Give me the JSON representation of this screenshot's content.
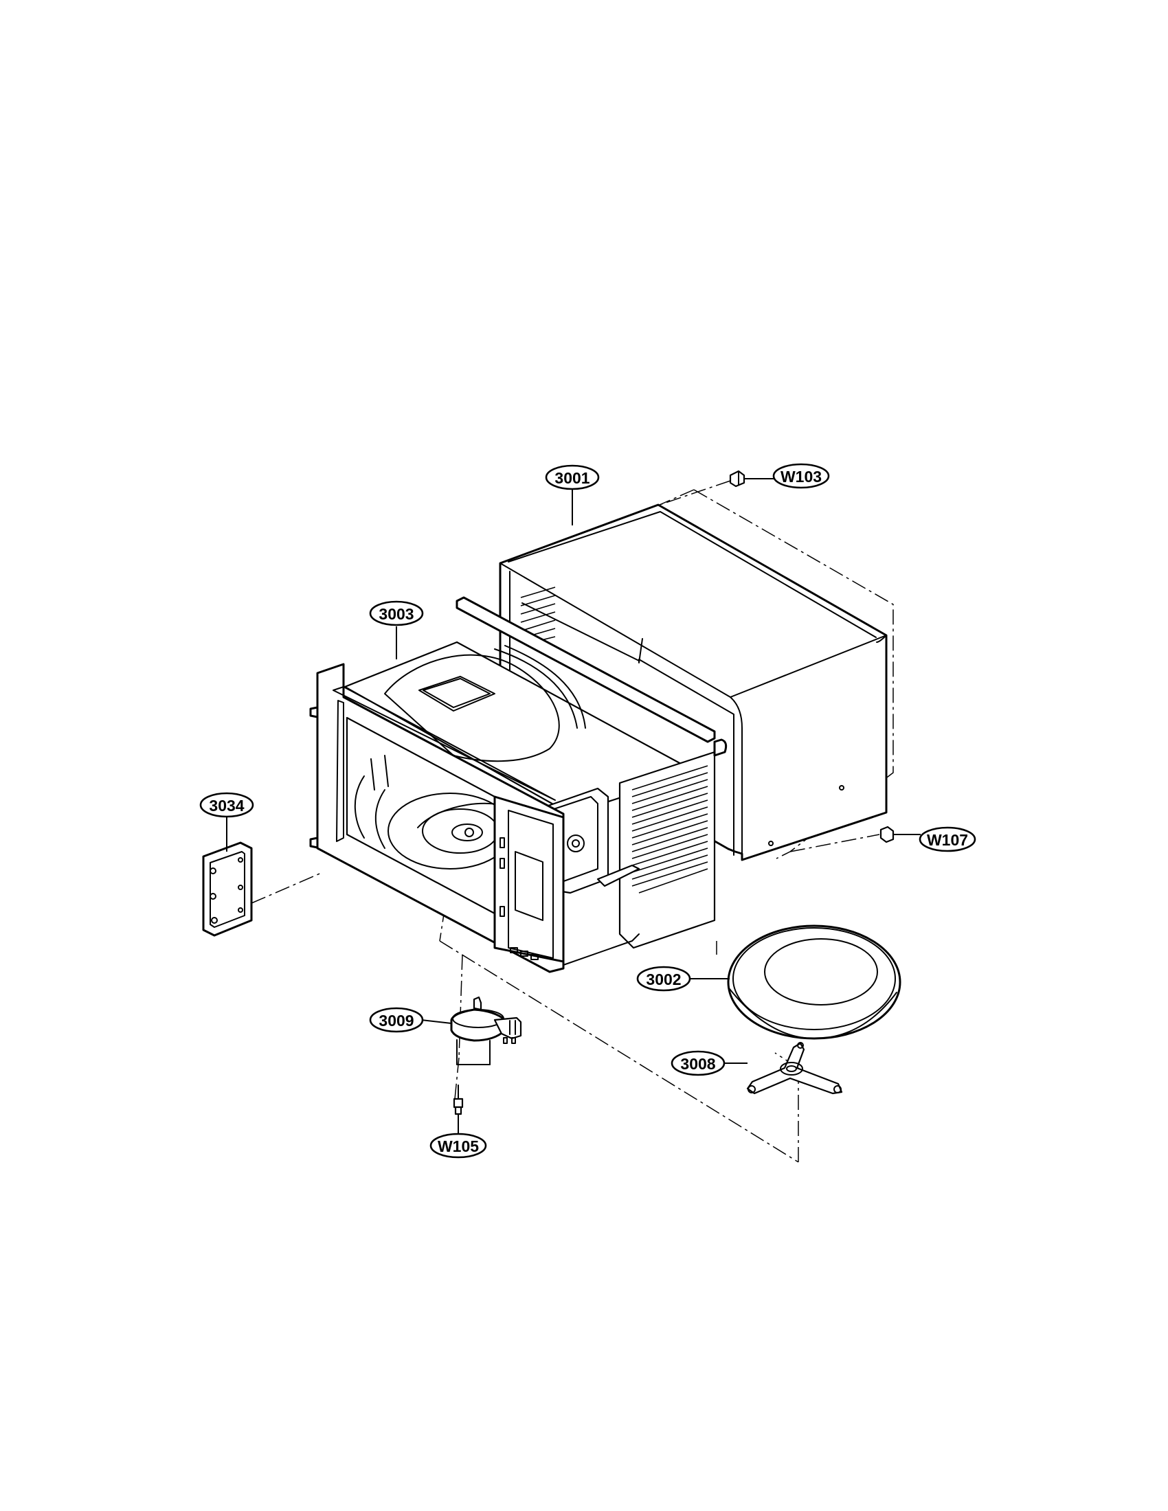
{
  "callouts": {
    "c3001": "3001",
    "cW103": "W103",
    "c3003": "3003",
    "c3034": "3034",
    "cW107": "W107",
    "c3002": "3002",
    "c3009": "3009",
    "c3008": "3008",
    "cW105": "W105"
  },
  "parts": {
    "cabinet": "cabinet-outer-case",
    "cavity": "oven-cavity-assembly",
    "cover": "waveguide-cover",
    "tray": "glass-turntable-tray",
    "roller": "turntable-roller-support",
    "motor": "turntable-motor",
    "screw_top": "cabinet-screw-top",
    "screw_side": "cabinet-screw-side",
    "screw_motor": "motor-screw"
  }
}
